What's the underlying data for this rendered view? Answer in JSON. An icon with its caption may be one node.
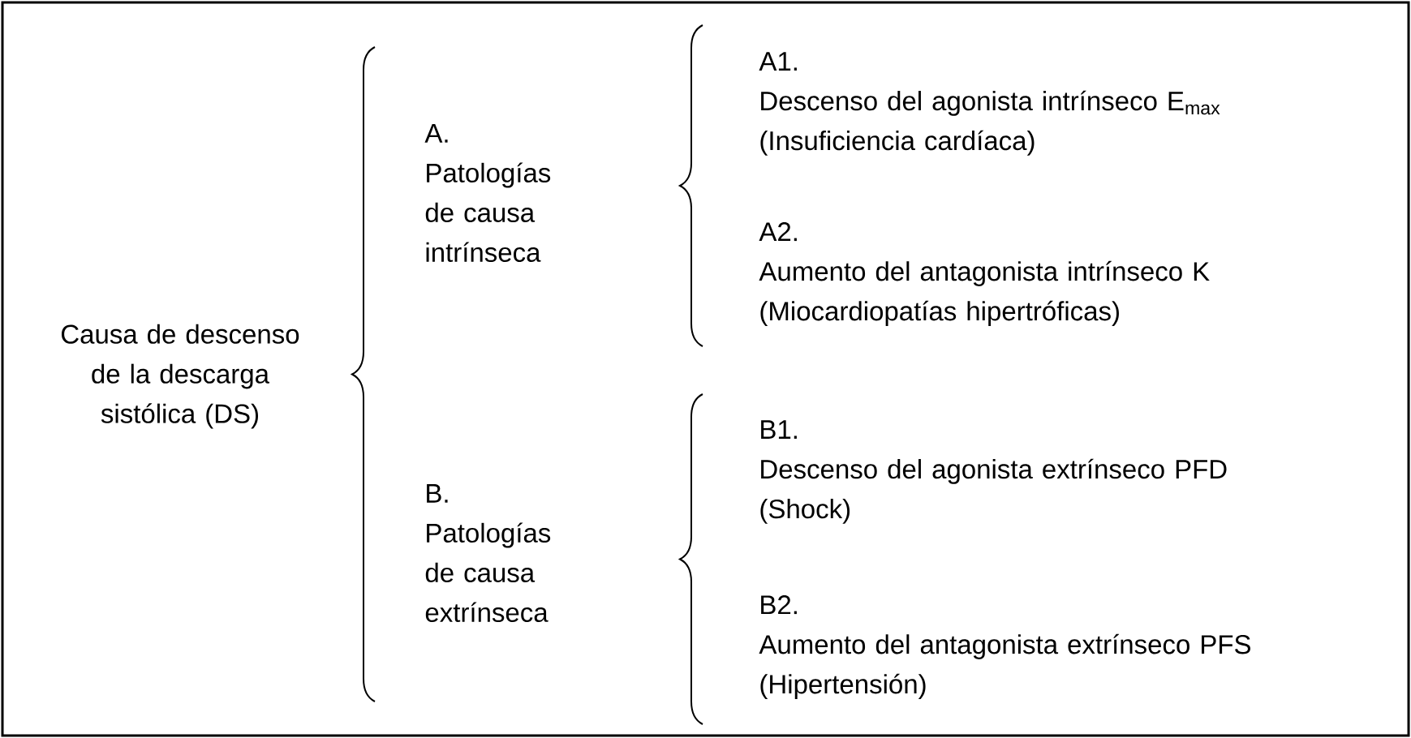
{
  "diagram": {
    "nodes": [
      {
        "text": [
          "Causa de descenso de la descarga sistólica (DS)"
        ]
      },
      {
        "text": [
          "A.",
          "Patologías de causa intrínseca"
        ]
      },
      {
        "text": [
          "A1.",
          "Descenso del agonista intrínseco E$_{max}$",
          "(Insuficiencia cardíaca)"
        ]
      },
      {
        "text": [
          "A2.",
          "Aumento del antagonista intrínseco K",
          "(Miocardiopatías hipertróficas)"
        ]
      },
      {
        "text": [
          "B.",
          "Patologías de causa extrínseca"
        ]
      },
      {
        "text": [
          "B1.",
          "Descenso del agonista extrínseco PFD",
          "(Shock)"
        ]
      },
      {
        "text": [
          "B2.",
          "Aumento del antagonista extrínseco PFS",
          "(Hipertensión)"
        ]
      }
    ]
  }
}
